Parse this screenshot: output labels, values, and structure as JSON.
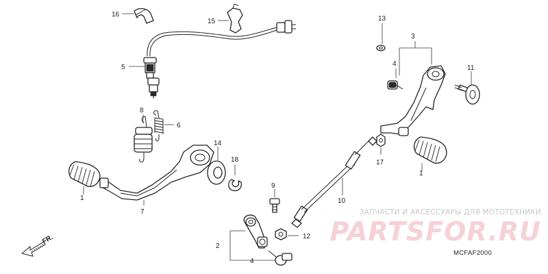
{
  "callouts": {
    "c1a": "1",
    "c1b": "1",
    "c2": "2",
    "c3": "3",
    "c4a": "4",
    "c4b": "4",
    "c5": "5",
    "c6": "6",
    "c7": "7",
    "c8": "8",
    "c9": "9",
    "c10": "10",
    "c11": "11",
    "c12": "12",
    "c13": "13",
    "c14": "14",
    "c15": "15",
    "c16": "16",
    "c17": "17",
    "c18": "18"
  },
  "direction_marker": "FR.",
  "diagram_code": "MCFAF2000",
  "watermark": {
    "tagline": "ЗАПЧАСТИ И АКСЕССУАРЫ ДЛЯ МОТОТЕХНИКИ",
    "brand": "PARTSFOR.RU"
  }
}
